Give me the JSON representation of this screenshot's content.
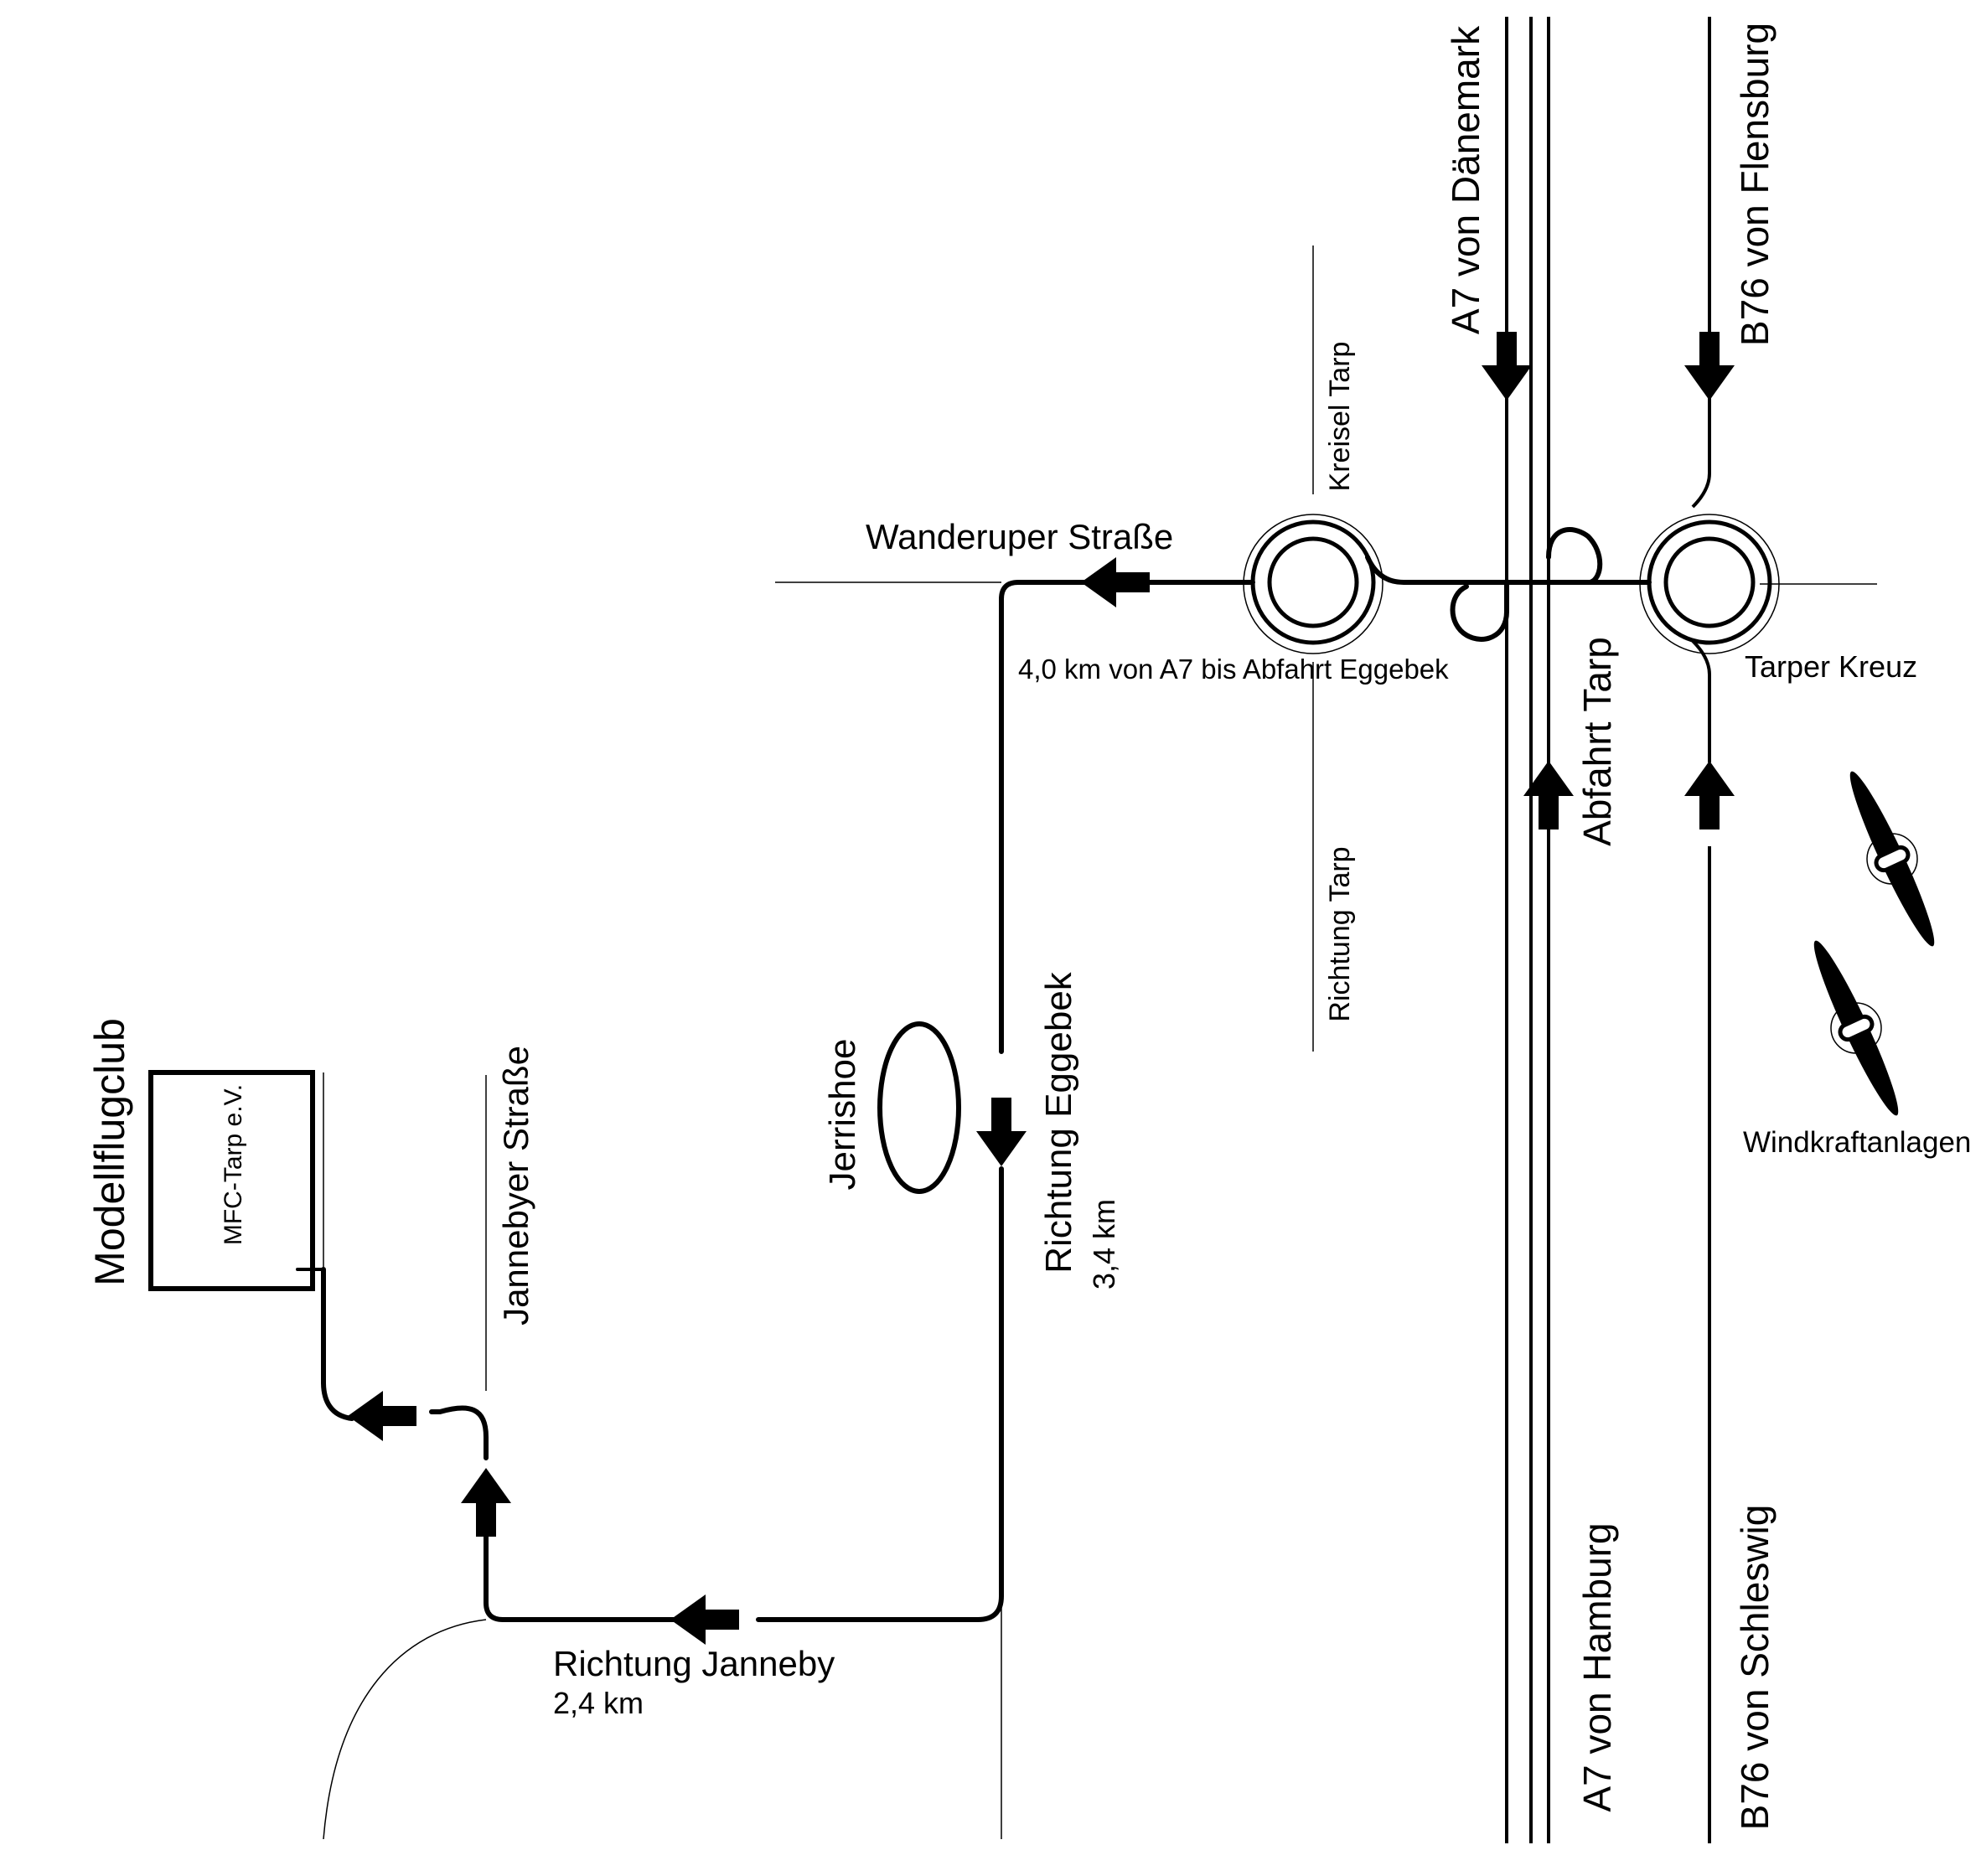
{
  "map": {
    "labels": {
      "a7_from_denmark": "A7 von Dänemark",
      "b76_from_flensburg": "B76 von Flensburg",
      "kreisel_tarp": "Kreisel Tarp",
      "wanderuper_strasse": "Wanderuper Straße",
      "distance_a7_eggebek": "4,0 km von A7 bis Abfahrt Eggebek",
      "tarper_kreuz": "Tarper Kreuz",
      "abfahrt_tarp": "Abfahrt Tarp",
      "richtung_tarp": "Richtung Tarp",
      "windkraftanlagen": "Windkraftanlagen",
      "jerrishoe": "Jerrishoe",
      "richtung_eggebek": "Richtung Eggebek",
      "distance_eggebek": "3,4 km",
      "modellflugclub": "Modellflugclub",
      "mfc_tarp": "MFC-Tarp e.V.",
      "jannebyer_strasse": "Jannebyer Straße",
      "richtung_janneby": "Richtung Janneby",
      "distance_janneby": "2,4 km",
      "a7_from_hamburg": "A7 von Hamburg",
      "b76_from_schleswig": "B76 von Schleswig"
    },
    "colors": {
      "ink": "#000000",
      "background": "#ffffff"
    }
  }
}
